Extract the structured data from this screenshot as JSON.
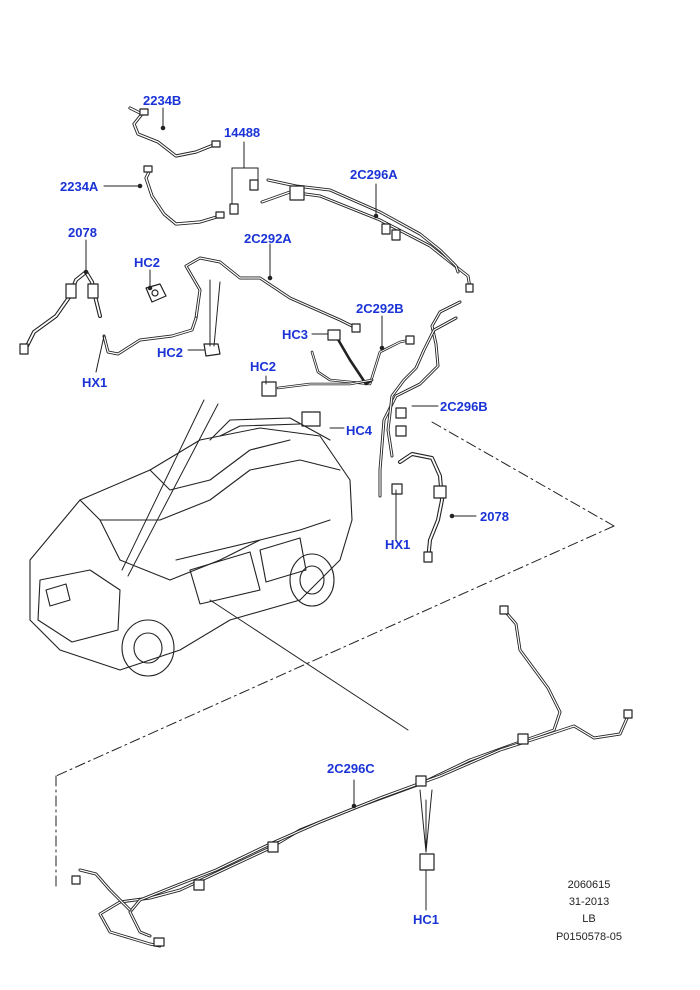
{
  "colors": {
    "callout_text": "#1a33d6",
    "line_art": "#222222",
    "background": "#ffffff"
  },
  "callouts": {
    "c2234b": "2234B",
    "c14488": "14488",
    "c2234a": "2234A",
    "c2c296a": "2C296A",
    "c2078_left": "2078",
    "c2c292a": "2C292A",
    "chc2_top": "HC2",
    "chc2_left": "HC2",
    "chx1_left": "HX1",
    "c2c292b": "2C292B",
    "chc3": "HC3",
    "chc2_mid": "HC2",
    "chc4": "HC4",
    "c2c296b": "2C296B",
    "c2078_right": "2078",
    "chx1_right": "HX1",
    "c2c296c": "2C296C",
    "chc1": "HC1"
  },
  "info_block": {
    "line1": "2060615",
    "line2": "31-2013",
    "line3": "LB",
    "line4": "P0150578-05"
  }
}
